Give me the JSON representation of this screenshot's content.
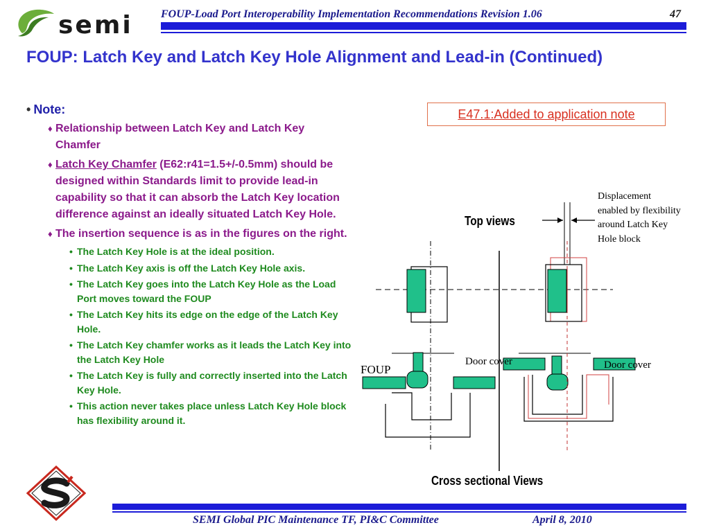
{
  "header": {
    "title": "FOUP-Load Port Interoperability Implementation Recommendations Revision 1.06",
    "page_number": "47",
    "logo_text": "semi",
    "colors": {
      "bar": "#1c1cd8",
      "title_text": "#1a1a8c"
    }
  },
  "slide": {
    "title": "FOUP: Latch Key and Latch Key Hole Alignment and Lead-in (Continued)",
    "note_box": "E47.1:Added to application note",
    "note_heading": "Note:",
    "level2": [
      {
        "text": "Relationship between Latch Key and Latch Key Chamfer"
      },
      {
        "underlined": "Latch Key Chamfer",
        "text": " (E62:r41=1.5+/-0.5mm) should be designed within Standards limit to provide lead-in capability so that it can absorb the Latch Key location difference against an ideally situated Latch Key Hole."
      },
      {
        "text": "The insertion sequence is as in the figures on the right."
      }
    ],
    "level3": [
      "The Latch Key Hole is at the ideal position.",
      "The Latch Key axis is off the Latch Key Hole axis.",
      "The Latch Key goes into the Latch Key Hole as the Load Port moves toward the FOUP",
      "The Latch Key hits its edge on the edge of the Latch Key Hole.",
      "The Latch Key chamfer works as it leads the Latch Key into the Latch Key Hole",
      "The Latch Key is fully and correctly inserted into the Latch Key Hole.",
      "This action never takes place unless Latch Key Hole block has flexibility around it."
    ],
    "colors": {
      "title": "#3333cc",
      "level2": "#8b1a8b",
      "level3": "#1e8a1e",
      "note_box": "#d83020"
    }
  },
  "diagram": {
    "top_views_label": "Top views",
    "cross_section_label": "Cross sectional Views",
    "displacement_note": "Displacement enabled by flexibility around Latch Key Hole block",
    "foup_label": "FOUP",
    "door_cover_left": "Door cover",
    "door_cover_right": "Door cover",
    "colors": {
      "teal": "#20c08a",
      "red_outline": "#d04040"
    }
  },
  "footer": {
    "left": "SEMI Global PIC Maintenance TF, PI&C Committee",
    "right": "April 8, 2010"
  }
}
